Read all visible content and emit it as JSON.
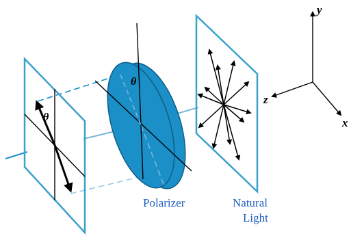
{
  "labels": {
    "polarizer": "Polarizer",
    "natural_light_line1": "Natural",
    "natural_light_line2": "Light",
    "theta_polarizer": "θ",
    "theta_output": "θ"
  },
  "axes": {
    "y": "y",
    "z": "z",
    "x": "x"
  },
  "colors": {
    "frame": "#3aa0cc",
    "polarizer_fill": "#1a8fc8",
    "polarizer_edge": "#0d5e86",
    "beam": "#7ab8dc",
    "label_blue": "#1f5fc0",
    "ink": "#000000"
  }
}
